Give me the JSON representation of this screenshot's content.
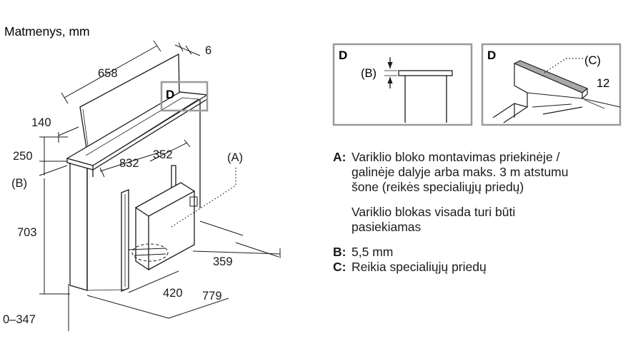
{
  "title": "Matmenys, mm",
  "dimensions": {
    "d6": "6",
    "d658": "658",
    "d140": "140",
    "d250": "250",
    "d832": "832",
    "d352": "352",
    "d703": "703",
    "d359": "359",
    "d420": "420",
    "d779": "779",
    "d0_347": "0–347",
    "d12": "12"
  },
  "labels": {
    "A": "(A)",
    "B": "(B)",
    "C": "(C)",
    "D": "D"
  },
  "legend": {
    "a_key": "A:",
    "a_text": "Variklio bloko montavimas priekinėje /\ngalinėje dalyje arba maks. 3 m atstumu\nšone (reikės specialiųjų priedų)",
    "a_note": "Variklio blokas visada turi būti\npasiekiamas",
    "b_key": "B:",
    "b_text": "5,5 mm",
    "c_key": "C:",
    "c_text": "Reikia specialiųjų priedų"
  },
  "colors": {
    "line": "#1a1a1a",
    "frame": "#9a9a9a",
    "strip": "#a8a8a8"
  }
}
